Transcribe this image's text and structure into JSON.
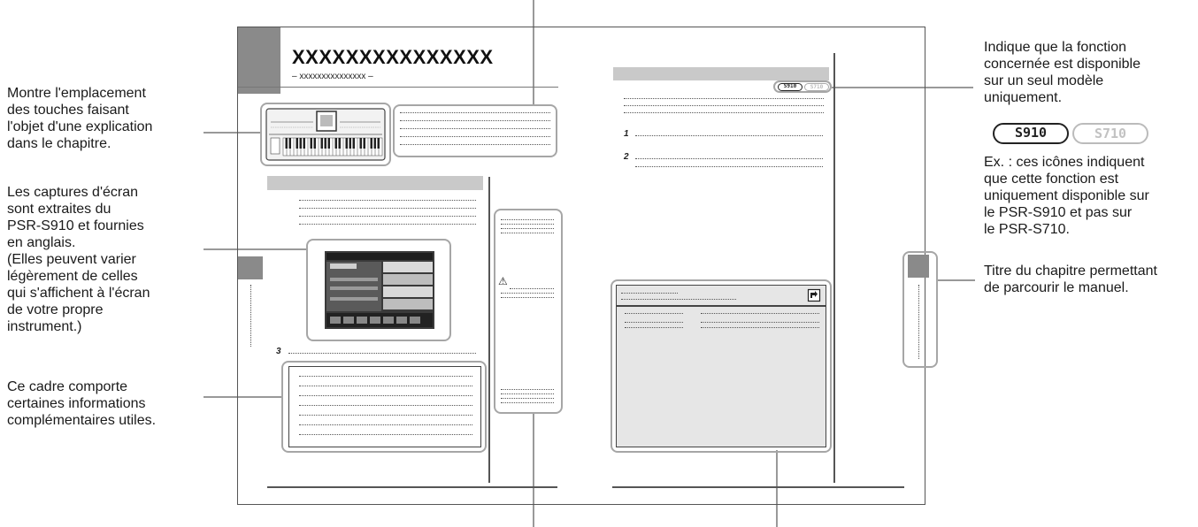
{
  "sample_page": {
    "title": "XXXXXXXXXXXXXXX",
    "subtitle": "– xxxxxxxxxxxxxxx –",
    "step_1": "1",
    "step_2": "2",
    "step_3": "3",
    "warning_symbol": "⚠",
    "reference_icon": "reference-page-icon",
    "model_icons": [
      "S910",
      "S710"
    ]
  },
  "callouts": {
    "panel_keys": "Montre l'emplacement\ndes touches faisant\nl'objet d'une explication\ndans le chapitre.",
    "screenshots": "Les captures d'écran\nsont extraites du\nPSR-S910 et fournies\nen anglais.\n(Elles peuvent varier\nlégèrement de celles\nqui s'affichent à l'écran\nde votre propre\ninstrument.)",
    "info_box": "Ce cadre comporte\ncertaines informations\ncomplémentaires utiles.",
    "model_only": "Indique que la fonction\nconcernée est disponible\nsur un seul modèle\nuniquement.",
    "model_example": "Ex. : ces icônes indiquent\nque cette fonction est\nuniquement disponible sur\nle PSR-S910 et pas sur\nle PSR-S710.",
    "chapter_tab": "Titre du chapitre permettant\nde parcourir le manuel."
  },
  "colors": {
    "gray_block": "#8a8a8a",
    "band": "#c9c9c9",
    "frame": "#a6a6a6",
    "leader": "#999999"
  }
}
